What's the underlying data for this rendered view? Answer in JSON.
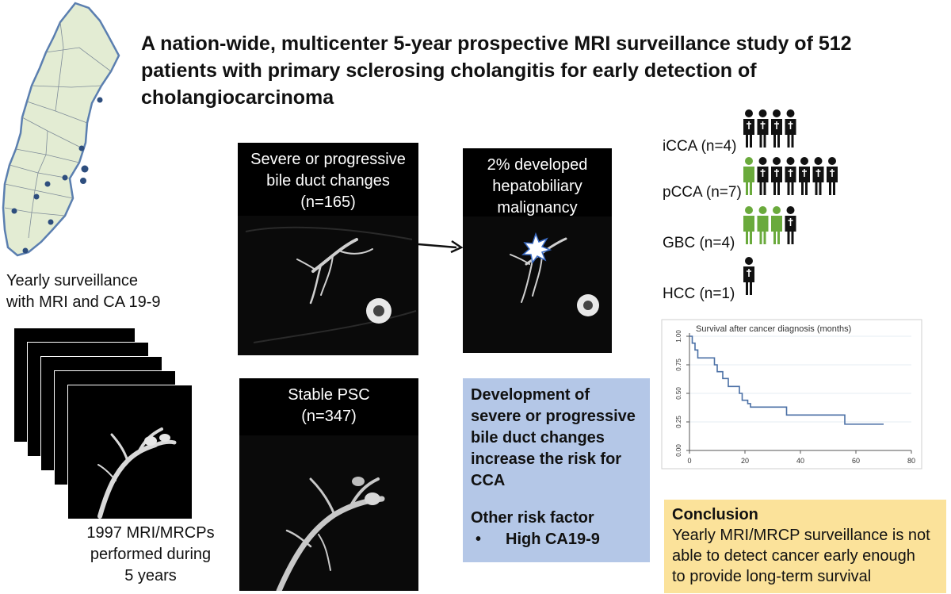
{
  "title": "A nation-wide, multicenter 5-year prospective MRI surveillance study of 512 patients with primary sclerosing cholangitis for early detection of cholangiocarcinoma",
  "map": {
    "caption_line1": "Yearly surveillance",
    "caption_line2": "with MRI and CA 19-9"
  },
  "mri_stack": {
    "caption_line1": "1997 MRI/MRCPs",
    "caption_line2": "performed during",
    "caption_line3": "5 years"
  },
  "severe_box": {
    "line1": "Severe or progressive",
    "line2": "bile duct changes",
    "line3": "(n=165)"
  },
  "malignancy_box": {
    "line1": "2% developed",
    "line2": "hepatobiliary",
    "line3": "malignancy"
  },
  "stable_box": {
    "line1": "Stable PSC",
    "line2": "(n=347)"
  },
  "risk_box": {
    "line1": "Development of",
    "line2": "severe or progressive",
    "line3": "bile duct changes",
    "line4": "increase the risk for",
    "line5": "CCA",
    "other_heading": "Other risk factor",
    "bullet": "•",
    "bullet_item": "High CA19-9"
  },
  "outcomes": [
    {
      "label": "iCCA (n=4)",
      "alive": 0,
      "deceased": 4
    },
    {
      "label": "pCCA (n=7)",
      "alive": 1,
      "deceased": 6
    },
    {
      "label": "GBC (n=4)",
      "alive": 3,
      "deceased": 1
    },
    {
      "label": "HCC (n=1)",
      "alive": 0,
      "deceased": 1
    }
  ],
  "colors": {
    "alive": "#6aaa3c",
    "deceased": "#111111",
    "survival_line": "#4a6fa5",
    "risk_box": "#b4c7e7",
    "conclusion_box": "#fbe29a"
  },
  "conclusion": {
    "heading": "Conclusion",
    "line1": "Yearly MRI/MRCP surveillance is not",
    "line2": "able to detect cancer early enough",
    "line3": "to provide long-term survival"
  },
  "chart_data": {
    "type": "line",
    "title": "Survival after cancer diagnosis (months)",
    "xlim": [
      0,
      80
    ],
    "ylim": [
      0,
      1
    ],
    "x_ticks": [
      "0",
      "20",
      "40",
      "60",
      "80"
    ],
    "y_ticks": [
      "0.00",
      "0.25",
      "0.50",
      "0.75",
      "1.00"
    ],
    "grid": "horizontal",
    "series": [
      {
        "step": true,
        "x": [
          0,
          1,
          2,
          3,
          4,
          6,
          9,
          10,
          12,
          13,
          14,
          17,
          18,
          19,
          21,
          22,
          35,
          56,
          70
        ],
        "y": [
          1.0,
          0.94,
          0.88,
          0.81,
          0.81,
          0.81,
          0.75,
          0.69,
          0.63,
          0.63,
          0.56,
          0.56,
          0.5,
          0.44,
          0.41,
          0.38,
          0.31,
          0.23,
          0.23
        ]
      }
    ]
  }
}
